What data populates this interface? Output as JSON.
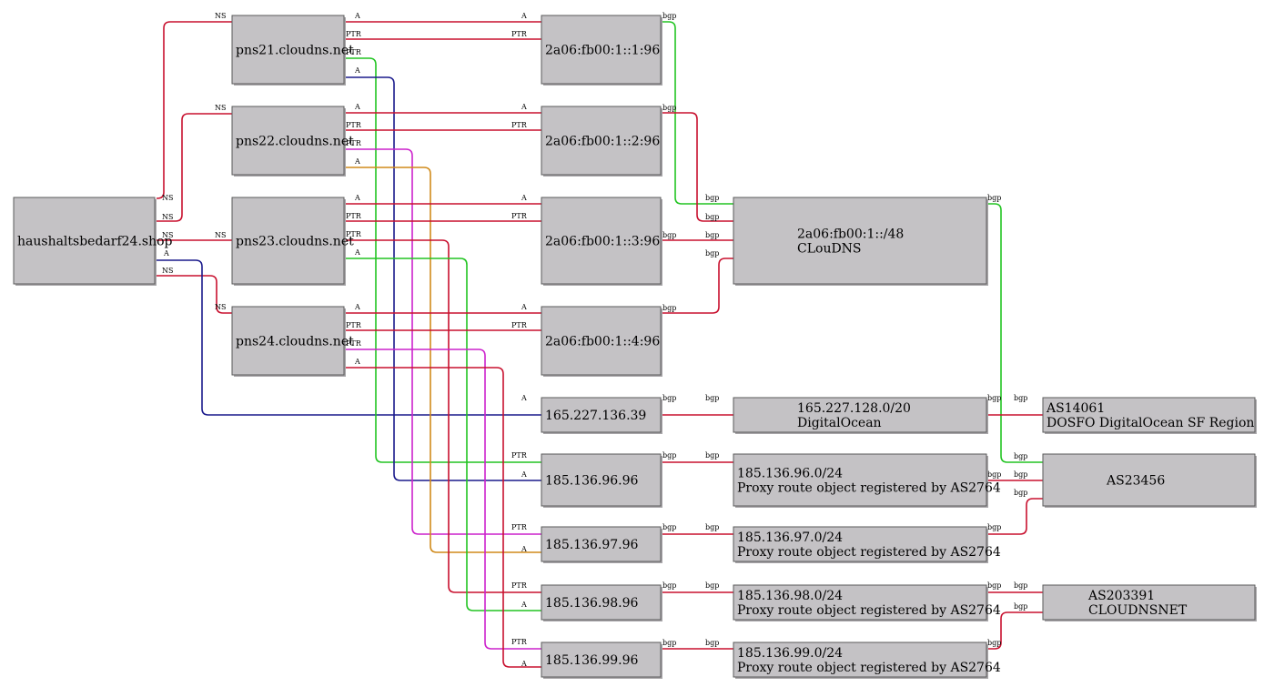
{
  "colors": {
    "red": "#c8102e",
    "green": "#22c422",
    "blue": "#1a1a8c",
    "magenta": "#cc22cc",
    "orange": "#d08a1a",
    "node_fill": "#c4c2c5",
    "node_stroke": "#5a5a5a"
  },
  "nodes": [
    {
      "id": "shop",
      "lines": [
        "haushaltsbedarf24.shop"
      ]
    },
    {
      "id": "pns21",
      "lines": [
        "pns21.cloudns.net"
      ]
    },
    {
      "id": "pns22",
      "lines": [
        "pns22.cloudns.net"
      ]
    },
    {
      "id": "pns23",
      "lines": [
        "pns23.cloudns.net"
      ]
    },
    {
      "id": "pns24",
      "lines": [
        "pns24.cloudns.net"
      ]
    },
    {
      "id": "v6_1",
      "lines": [
        "2a06:fb00:1::1:96"
      ]
    },
    {
      "id": "v6_2",
      "lines": [
        "2a06:fb00:1::2:96"
      ]
    },
    {
      "id": "v6_3",
      "lines": [
        "2a06:fb00:1::3:96"
      ]
    },
    {
      "id": "v6_4",
      "lines": [
        "2a06:fb00:1::4:96"
      ]
    },
    {
      "id": "net6",
      "lines": [
        "2a06:fb00:1::/48",
        "CLouDNS"
      ]
    },
    {
      "id": "ip39",
      "lines": [
        "165.227.136.39"
      ]
    },
    {
      "id": "do_net",
      "lines": [
        "165.227.128.0/20",
        "DigitalOcean"
      ]
    },
    {
      "id": "as14061",
      "lines": [
        "AS14061",
        "DOSFO DigitalOcean SF Region"
      ]
    },
    {
      "id": "ip96",
      "lines": [
        "185.136.96.96"
      ]
    },
    {
      "id": "ip97",
      "lines": [
        "185.136.97.96"
      ]
    },
    {
      "id": "ip98",
      "lines": [
        "185.136.98.96"
      ]
    },
    {
      "id": "ip99",
      "lines": [
        "185.136.99.96"
      ]
    },
    {
      "id": "net96",
      "lines": [
        "185.136.96.0/24",
        "Proxy route object registered by AS2764"
      ]
    },
    {
      "id": "net97",
      "lines": [
        "185.136.97.0/24",
        "Proxy route object registered by AS2764"
      ]
    },
    {
      "id": "net98",
      "lines": [
        "185.136.98.0/24",
        "Proxy route object registered by AS2764"
      ]
    },
    {
      "id": "net99",
      "lines": [
        "185.136.99.0/24",
        "Proxy route object registered by AS2764"
      ]
    },
    {
      "id": "as23456",
      "lines": [
        "AS23456"
      ]
    },
    {
      "id": "as203391",
      "lines": [
        "AS203391",
        "CLOUDNSNET"
      ]
    }
  ],
  "edges": [
    {
      "from": "shop",
      "to": "pns21",
      "color": "red",
      "tail": "NS",
      "head": "NS"
    },
    {
      "from": "shop",
      "to": "pns22",
      "color": "red",
      "tail": "NS",
      "head": "NS"
    },
    {
      "from": "shop",
      "to": "pns23",
      "color": "red",
      "tail": "NS",
      "head": "NS"
    },
    {
      "from": "shop",
      "to": "pns24",
      "color": "red",
      "tail": "NS",
      "head": "NS"
    },
    {
      "from": "shop",
      "to": "ip39",
      "color": "blue",
      "tail": "A",
      "head": "A"
    },
    {
      "from": "pns21",
      "to": "v6_1",
      "color": "red",
      "tail": "A",
      "head": "A"
    },
    {
      "from": "pns21",
      "to": "v6_1",
      "color": "red",
      "tail": "PTR",
      "head": "PTR"
    },
    {
      "from": "pns21",
      "to": "ip96",
      "color": "green",
      "tail": "PTR",
      "head": "PTR"
    },
    {
      "from": "pns21",
      "to": "ip96",
      "color": "blue",
      "tail": "A",
      "head": "A"
    },
    {
      "from": "pns22",
      "to": "v6_2",
      "color": "red",
      "tail": "A",
      "head": "A"
    },
    {
      "from": "pns22",
      "to": "v6_2",
      "color": "red",
      "tail": "PTR",
      "head": "PTR"
    },
    {
      "from": "pns22",
      "to": "ip97",
      "color": "magenta",
      "tail": "PTR",
      "head": "PTR"
    },
    {
      "from": "pns22",
      "to": "ip97",
      "color": "orange",
      "tail": "A",
      "head": "A"
    },
    {
      "from": "pns23",
      "to": "v6_3",
      "color": "red",
      "tail": "A",
      "head": "A"
    },
    {
      "from": "pns23",
      "to": "v6_3",
      "color": "red",
      "tail": "PTR",
      "head": "PTR"
    },
    {
      "from": "pns23",
      "to": "ip98",
      "color": "red",
      "tail": "PTR",
      "head": "PTR"
    },
    {
      "from": "pns23",
      "to": "ip98",
      "color": "green",
      "tail": "A",
      "head": "A"
    },
    {
      "from": "pns24",
      "to": "v6_4",
      "color": "red",
      "tail": "A",
      "head": "A"
    },
    {
      "from": "pns24",
      "to": "v6_4",
      "color": "red",
      "tail": "PTR",
      "head": "PTR"
    },
    {
      "from": "pns24",
      "to": "ip99",
      "color": "magenta",
      "tail": "PTR",
      "head": "PTR"
    },
    {
      "from": "pns24",
      "to": "ip99",
      "color": "red",
      "tail": "A",
      "head": "A"
    },
    {
      "from": "v6_1",
      "to": "net6",
      "color": "green",
      "tail": "bgp",
      "head": "bgp"
    },
    {
      "from": "v6_2",
      "to": "net6",
      "color": "red",
      "tail": "bgp",
      "head": "bgp"
    },
    {
      "from": "v6_3",
      "to": "net6",
      "color": "red",
      "tail": "bgp",
      "head": "bgp"
    },
    {
      "from": "v6_4",
      "to": "net6",
      "color": "red",
      "tail": "bgp",
      "head": "bgp"
    },
    {
      "from": "net6",
      "to": "as23456",
      "color": "green",
      "tail": "bgp",
      "head": "bgp"
    },
    {
      "from": "ip39",
      "to": "do_net",
      "color": "red",
      "tail": "bgp",
      "head": "bgp"
    },
    {
      "from": "do_net",
      "to": "as14061",
      "color": "red",
      "tail": "bgp",
      "head": "bgp"
    },
    {
      "from": "ip96",
      "to": "net96",
      "color": "red",
      "tail": "bgp",
      "head": "bgp"
    },
    {
      "from": "ip97",
      "to": "net97",
      "color": "red",
      "tail": "bgp",
      "head": "bgp"
    },
    {
      "from": "ip98",
      "to": "net98",
      "color": "red",
      "tail": "bgp",
      "head": "bgp"
    },
    {
      "from": "ip99",
      "to": "net99",
      "color": "red",
      "tail": "bgp",
      "head": "bgp"
    },
    {
      "from": "net96",
      "to": "as23456",
      "color": "red",
      "tail": "bgp",
      "head": "bgp"
    },
    {
      "from": "net97",
      "to": "as23456",
      "color": "red",
      "tail": "bgp",
      "head": "bgp"
    },
    {
      "from": "net98",
      "to": "as203391",
      "color": "red",
      "tail": "bgp",
      "head": "bgp"
    },
    {
      "from": "net99",
      "to": "as203391",
      "color": "red",
      "tail": "bgp",
      "head": "bgp"
    }
  ]
}
